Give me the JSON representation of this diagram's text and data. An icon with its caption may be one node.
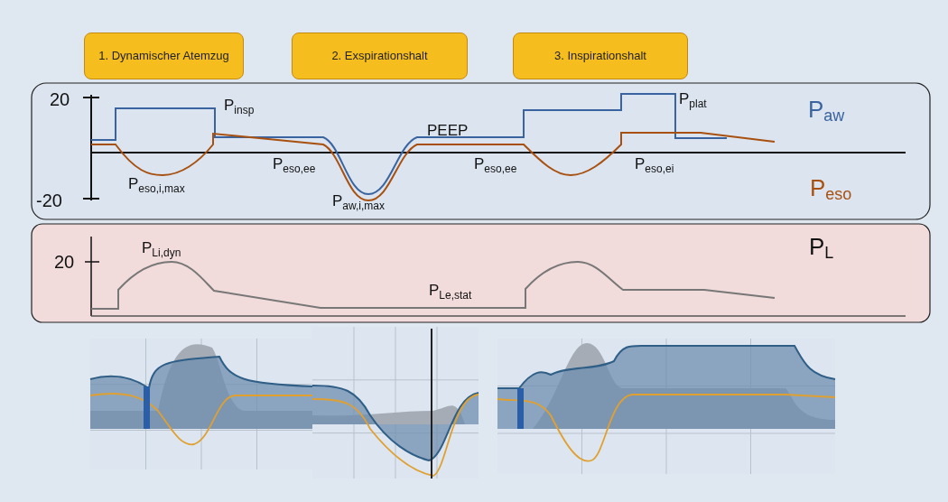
{
  "diagram": {
    "nodes": [
      {
        "text": [
          "1. Dynamischer Atemzug"
        ]
      },
      {
        "text": [
          "2. Exspirationshalt"
        ]
      },
      {
        "text": [
          "3. Inspirationshalt"
        ]
      }
    ],
    "edges": [],
    "labels": [
      "20",
      "P$_{insp}$",
      "P$_{plat}$",
      "P$_{aw}$",
      "PEEP",
      "P$_{eso,ee}$",
      "P$_{eso,ee}$",
      "P$_{eso,ei}$",
      "P$_{eso,i,max}$",
      "P$_{eso}$",
      "-20",
      "P$_{aw,i,max}$",
      "P$_{L}$",
      "20",
      "P$_{Li,dyn}$",
      "P$_{Le,stat}$"
    ]
  }
}
